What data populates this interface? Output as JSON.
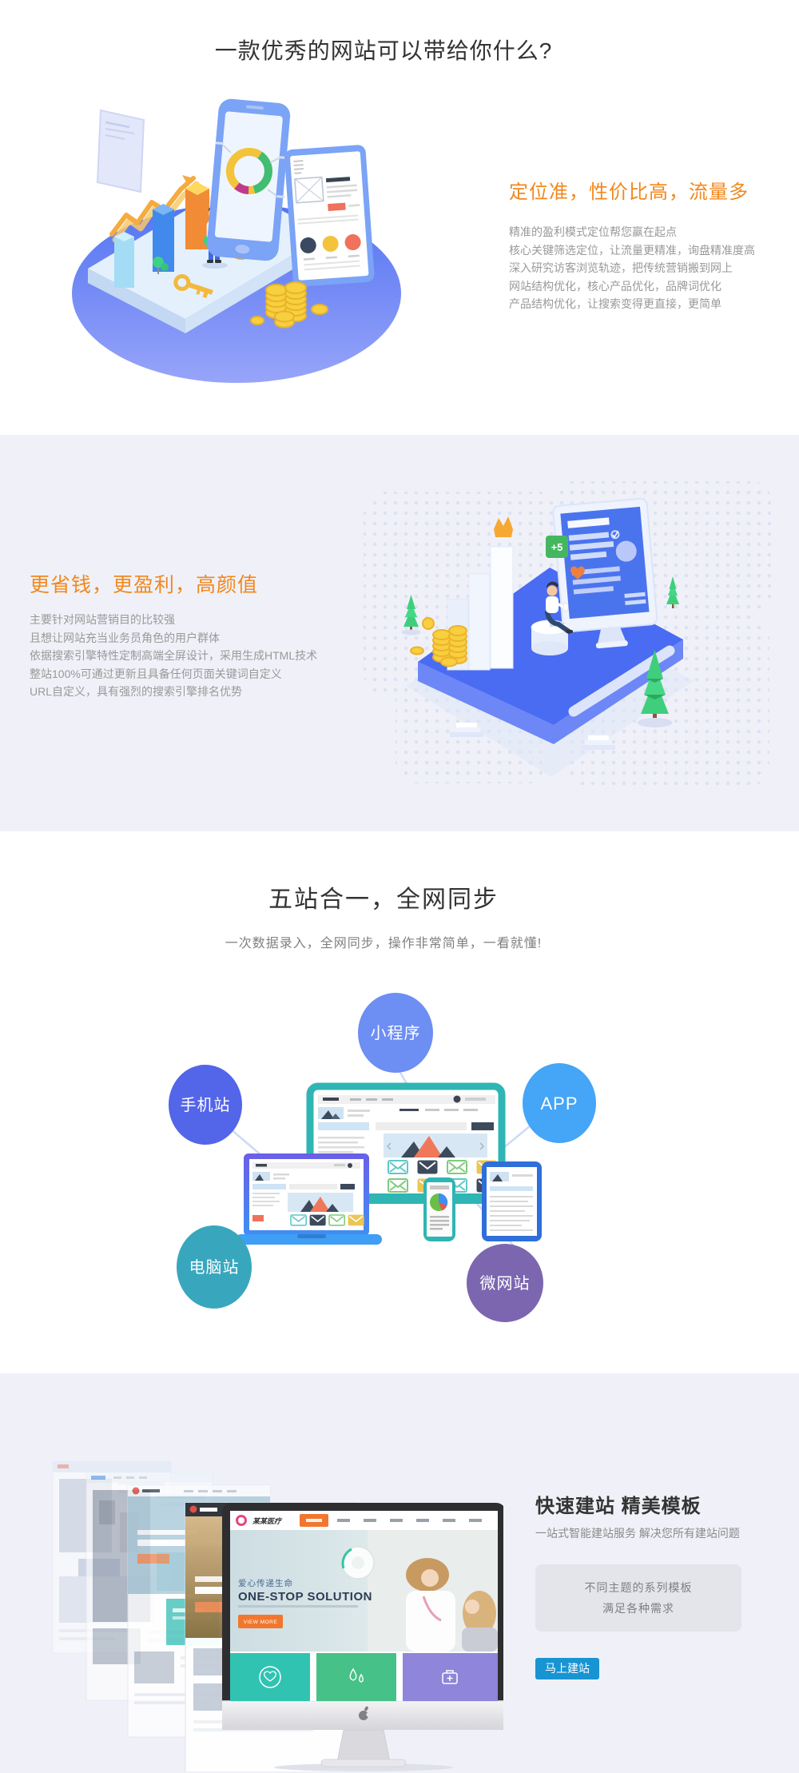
{
  "colors": {
    "section_bg": "#f0f1f8",
    "orange_heading": "#f2871d",
    "dark_title": "#333333",
    "body_text": "#999999",
    "cta_blue": "#1894d3",
    "bubble_mini_program": "#6d8ef3",
    "bubble_mobile_site": "#5365e8",
    "bubble_app": "#45a5f6",
    "bubble_pc_site": "#38a7bd",
    "bubble_wechat_site": "#7c66b0"
  },
  "intro": {
    "title": "一款优秀的网站可以带给你什么?"
  },
  "benefit_targeting": {
    "heading": "定位准，性价比高，流量多",
    "lines": [
      "精准的盈利模式定位帮您赢在起点",
      "核心关键筛选定位，让流量更精准，询盘精准度高",
      "深入研究访客浏览轨迹，把传统营销搬到网上",
      "网站结构优化，核心产品优化，品牌词优化",
      "产品结构优化，让搜索变得更直接，更简单"
    ]
  },
  "benefit_value": {
    "heading": "更省钱，更盈利，高颜值",
    "lines": [
      "主要针对网站营销目的比较强",
      "且想让网站充当业务员角色的用户群体",
      "依据搜索引擎特性定制高端全屏设计，采用生成HTML技术",
      "整站100%可通过更新且具备任何页面关键词自定义",
      "URL自定义，具有强烈的搜索引擎排名优势"
    ],
    "illustration_badge": "+5"
  },
  "five_in_one": {
    "title": "五站合一，全网同步",
    "subtitle": "一次数据录入，全网同步，操作非常简单，一看就懂!",
    "bubbles": [
      {
        "label": "小程序",
        "color": "#6d8ef3"
      },
      {
        "label": "手机站",
        "color": "#5365e8"
      },
      {
        "label": "APP",
        "color": "#45a5f6"
      },
      {
        "label": "电脑站",
        "color": "#38a7bd"
      },
      {
        "label": "微网站",
        "color": "#7c66b0"
      }
    ]
  },
  "quick_build": {
    "heading": "快速建站 精美模板",
    "subtitle": "一站式智能建站服务 解决您所有建站问题",
    "panel": {
      "line1": "不同主题的系列模板",
      "line2": "满足各种需求"
    },
    "cta_label": "马上建站",
    "imac_screen": {
      "logo": "某某医疗",
      "slogan_cn": "爱心传递生命",
      "slogan_en": "ONE-STOP SOLUTION",
      "cta": "VIEW MORE"
    }
  }
}
